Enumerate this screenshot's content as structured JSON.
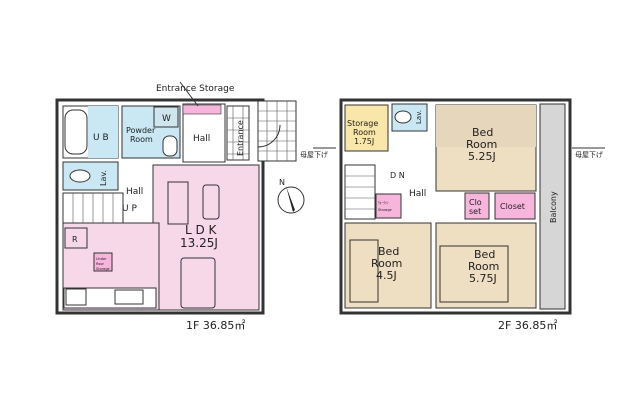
{
  "floor1": {
    "area_label": "1F 36.85㎡",
    "entrance_storage": "Entrance Storage",
    "rooms": {
      "ub": "U B",
      "powder": [
        "Powder",
        "Room"
      ],
      "w": "W",
      "hall_top": "Hall",
      "entrance": "Entrance",
      "lav": "Lav.",
      "hall": "Hall",
      "up": "U P",
      "ldk": "L D K",
      "ldk_size": "13.25J",
      "r": "R",
      "underfloor": [
        "Under",
        "floor",
        "Storage"
      ]
    },
    "colors": {
      "ldk": "#f6d8e8",
      "wet": "#c9e8f4",
      "storage": "#f7b5dc"
    }
  },
  "floor2": {
    "area_label": "2F 36.85㎡",
    "rooms": {
      "storage": [
        "Storage",
        "Room",
        "1.75J"
      ],
      "lav": "Lav.",
      "bed1": [
        "Bed",
        "Room",
        "5.25J"
      ],
      "dn": "D N",
      "hall": "Hall",
      "small_storage": [
        "ｳｫｰｸｲﾝ",
        "Storage"
      ],
      "closet_small": [
        "Clo",
        "set"
      ],
      "closet": "Closet",
      "balcony": "Balcony",
      "bed2": [
        "Bed",
        "Room",
        "4.5J"
      ],
      "bed3": [
        "Bed",
        "Room",
        "5.75J"
      ]
    },
    "colors": {
      "bed": "#eedfc3",
      "storage": "#f8e7a8",
      "balcony": "#d6d6d6"
    }
  },
  "annotations": {
    "roof_note": "母屋下げ",
    "north": "N"
  }
}
